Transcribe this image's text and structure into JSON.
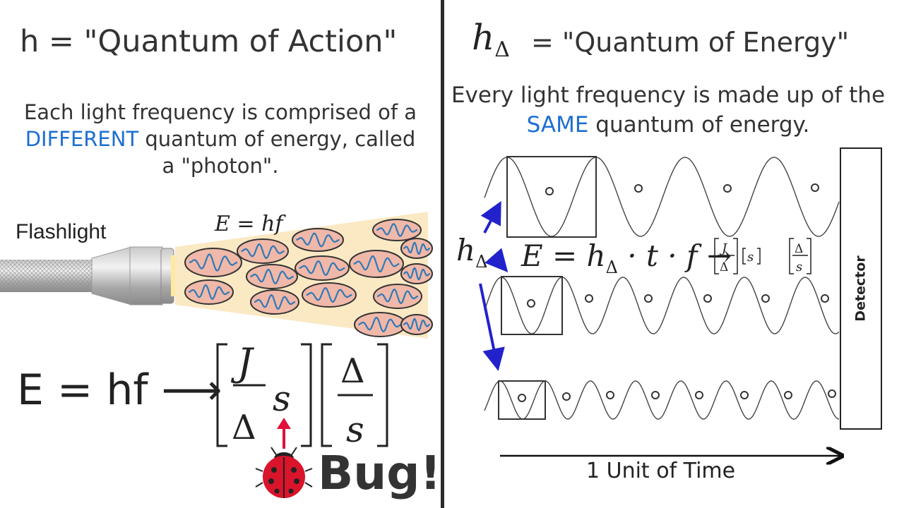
{
  "left": {
    "title": "h = \"Quantum of Action\"",
    "desc_part1": "Each light frequency is comprised of a ",
    "desc_highlight": "DIFFERENT",
    "desc_part2": " quantum of energy, called a \"photon\".",
    "flashlight_label": "Flashlight",
    "beam_equation": "E = hf",
    "big_equation": "E = hf ⟶",
    "bug_label": "Bug!"
  },
  "right": {
    "title_symbol": "h",
    "title_sub": "Δ",
    "title_text": " = \"Quantum of Energy\"",
    "desc_part1": "Every light frequency is made up of the ",
    "desc_highlight": "SAME",
    "desc_part2": " quantum of energy.",
    "h_symbol": "h",
    "h_sub": "Δ",
    "equation_main": "E = h",
    "equation_sub": "Δ",
    "equation_rest": " · t · f →",
    "detector_label": "Detector",
    "time_label": "1 Unit of Time"
  },
  "colors": {
    "highlight": "#1d6fd1",
    "arrow_blue": "#2222cc",
    "bug_arrow": "#e0103a",
    "beam": "#fbe9c4",
    "photon_fill": "#f0b8a8",
    "photon_wave": "#2f79b8"
  }
}
